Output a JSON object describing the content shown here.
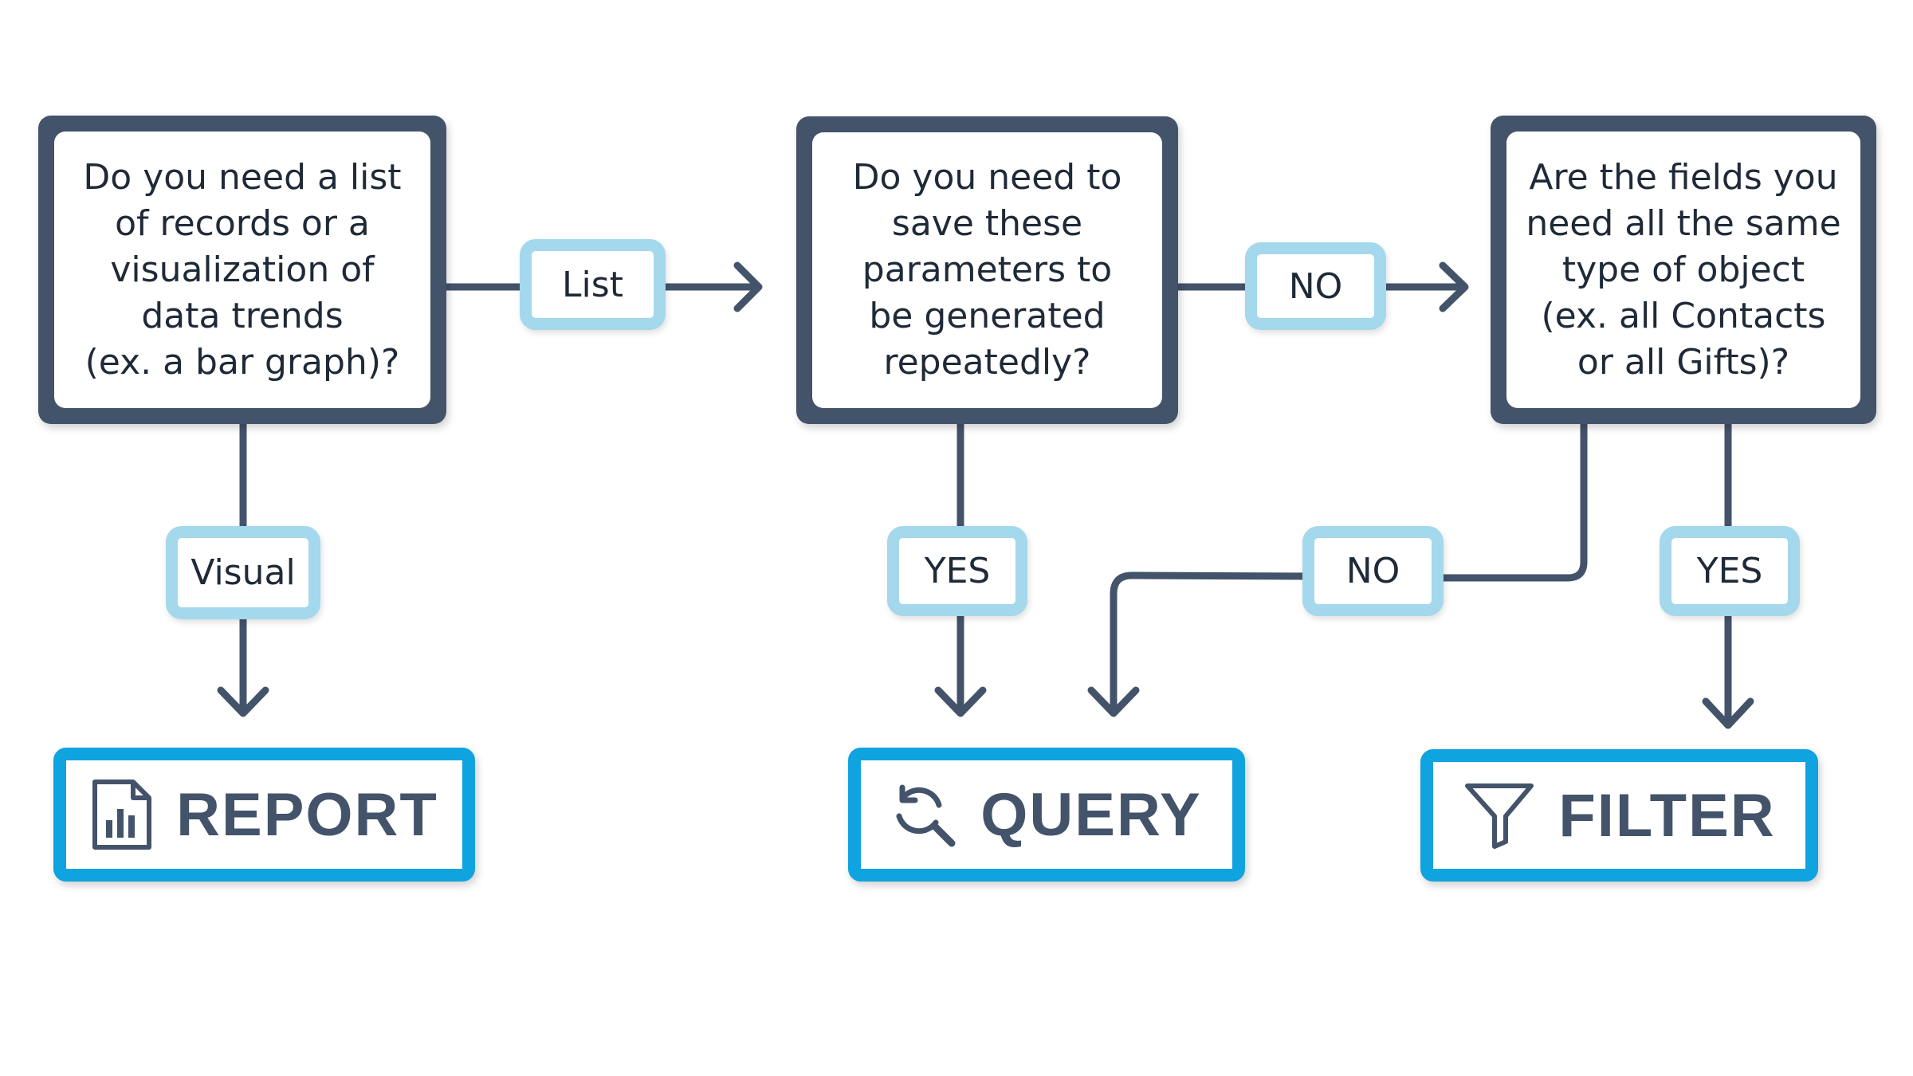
{
  "questions": {
    "q1": "Do you need a list\nof records or a\nvisualization of\ndata trends\n(ex. a bar graph)?",
    "q2": "Do you need to\nsave these\nparameters to\nbe generated\nrepeatedly?",
    "q3": "Are the fields you\nneed all the same\ntype of object\n(ex. all Contacts\nor all Gifts)?"
  },
  "labels": {
    "list": "List",
    "visual": "Visual",
    "no_right": "NO",
    "yes_q2": "YES",
    "no_q3": "NO",
    "yes_q3": "YES"
  },
  "outcomes": {
    "report": "REPORT",
    "query": "QUERY",
    "filter": "FILTER"
  },
  "icons": {
    "report": "report-chart-icon",
    "query": "search-refresh-icon",
    "filter": "funnel-icon"
  },
  "colors": {
    "box_frame": "#43536a",
    "connector": "#43536a",
    "label_border": "#a4d8ec",
    "outcome_border": "#0fa3df",
    "text": "#1f2a38"
  }
}
